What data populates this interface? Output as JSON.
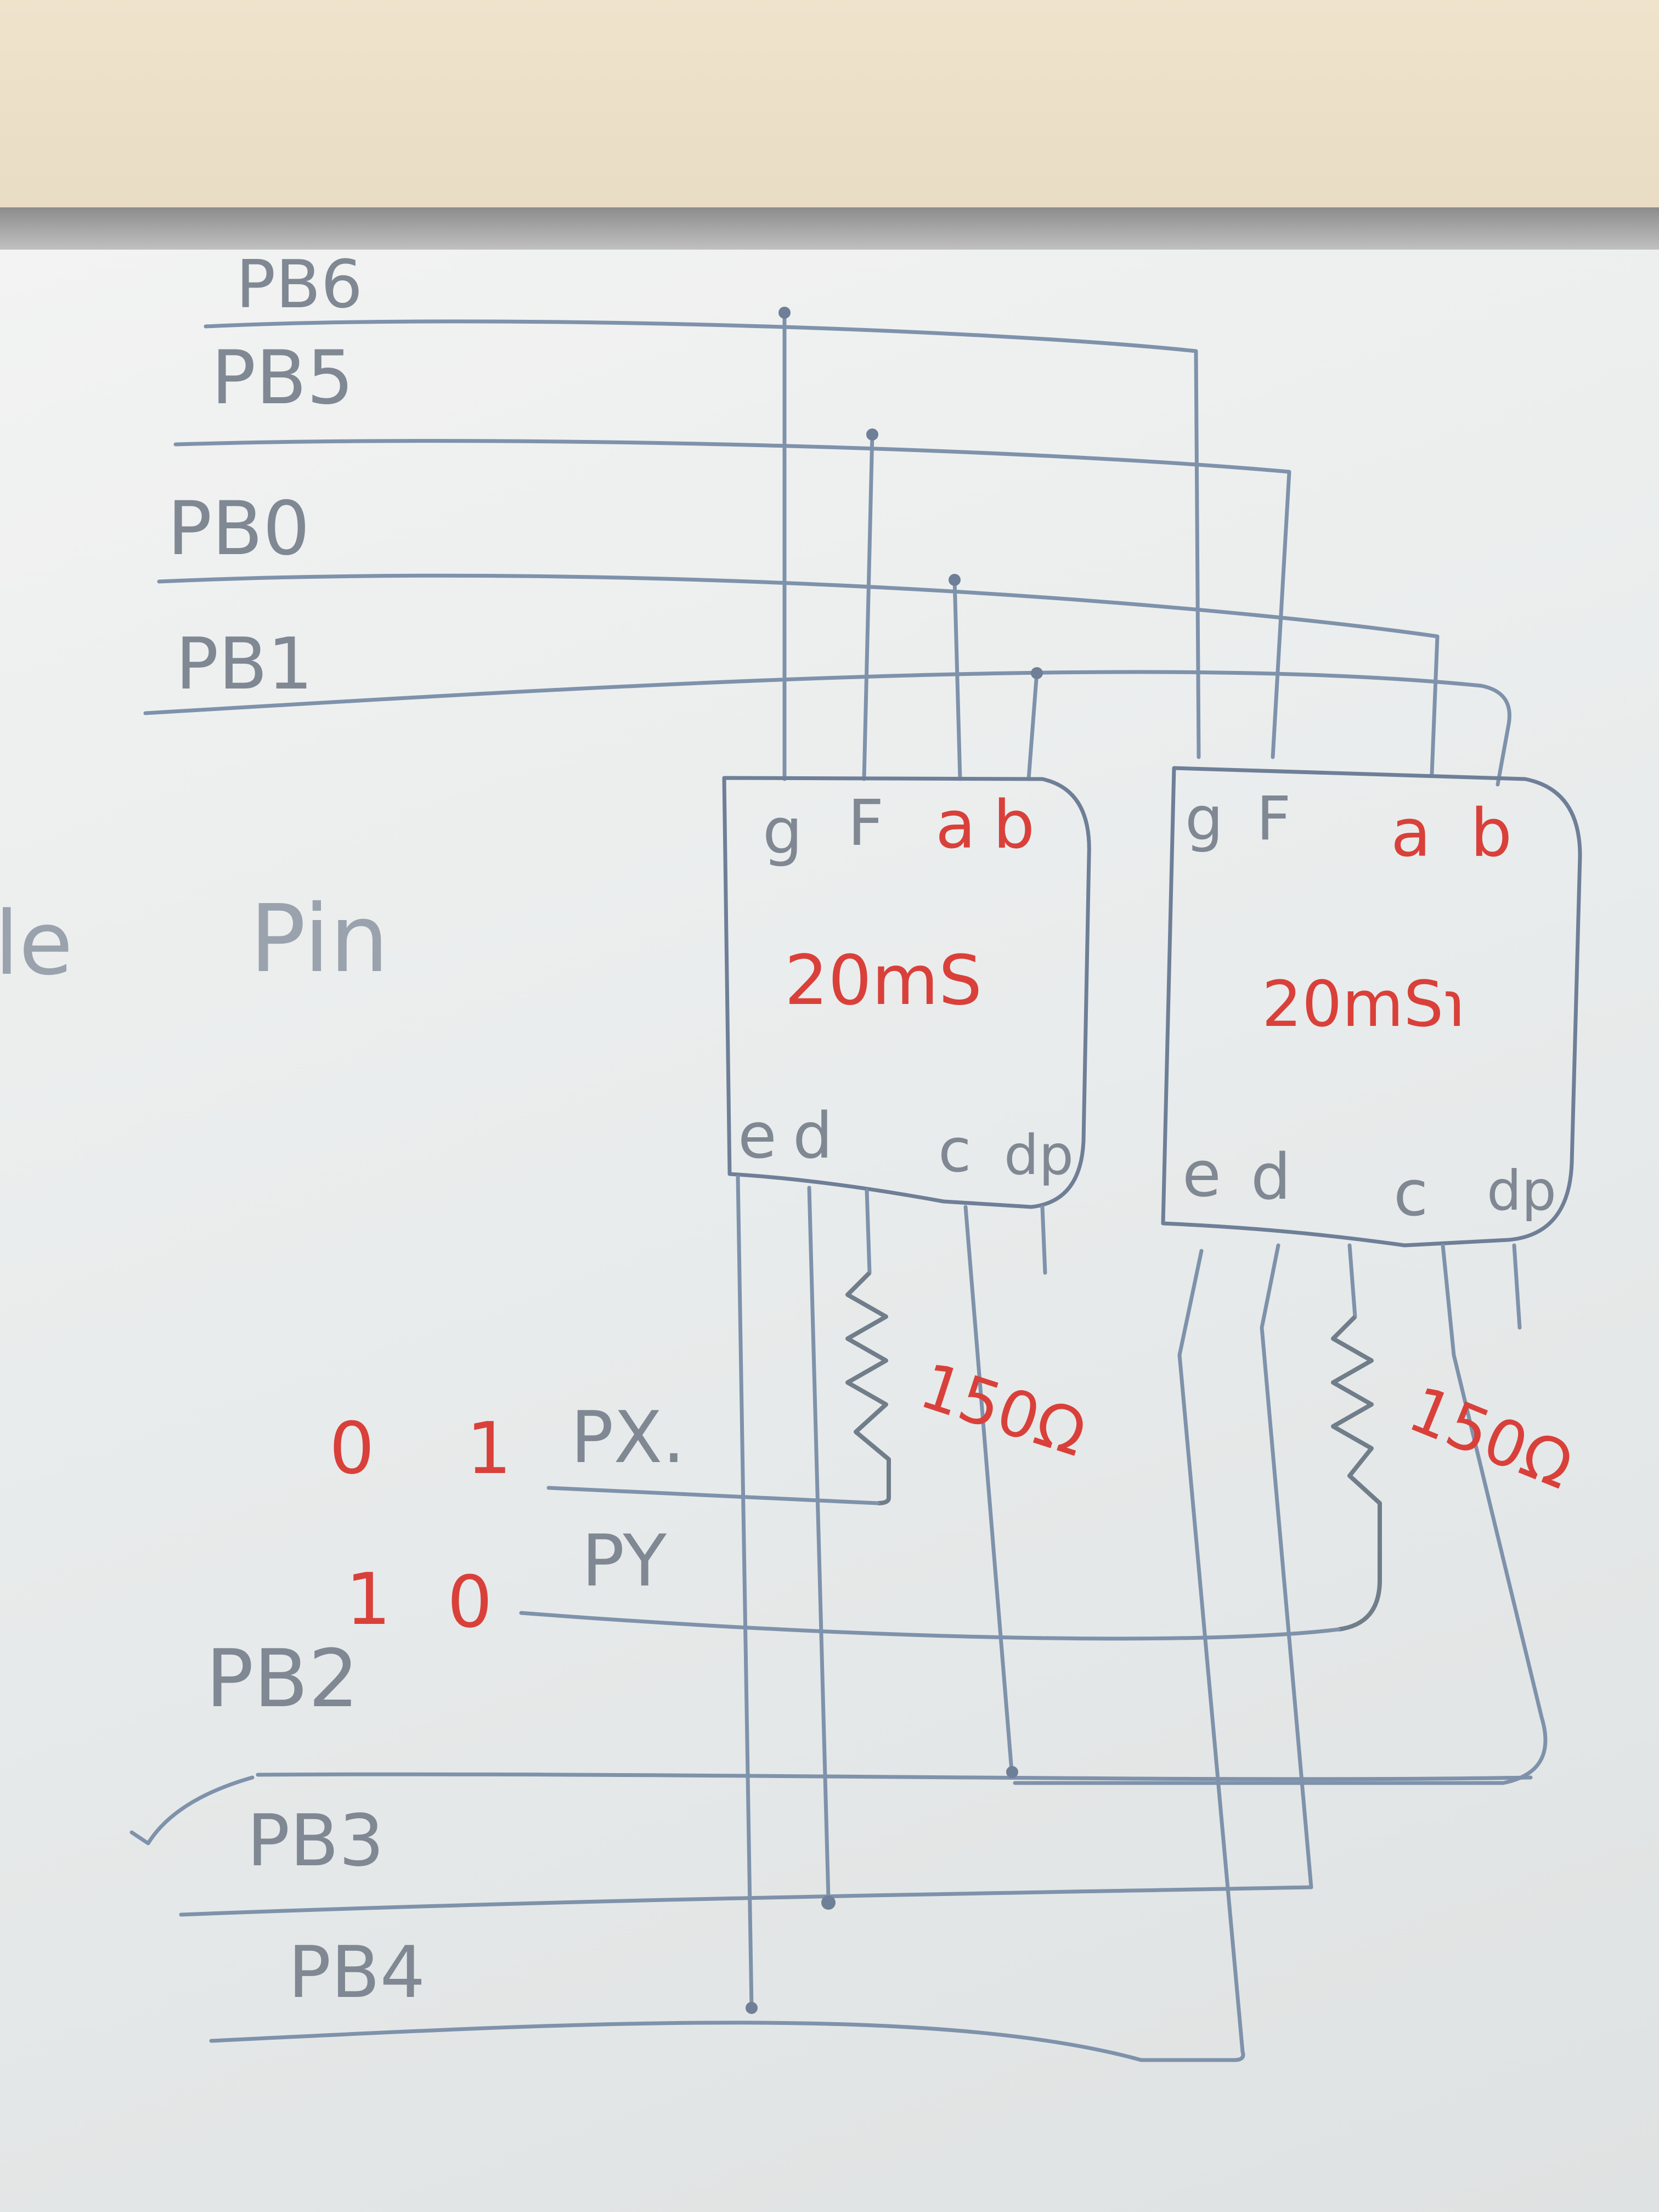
{
  "ports_top": [
    "PB6",
    "PB5",
    "PB0",
    "PB1"
  ],
  "ports_bottom": [
    "PB2",
    "PB3",
    "PB4"
  ],
  "side_text": [
    "le",
    "Pin"
  ],
  "select_lines": [
    {
      "a": "0",
      "b": "1",
      "label": "PX."
    },
    {
      "a": "1",
      "b": "0",
      "label": "PY"
    }
  ],
  "display1": {
    "pins_top": [
      "g",
      "F",
      "a",
      "b"
    ],
    "label": "20mS",
    "pins_bottom": [
      "e",
      "d",
      "c",
      "dp"
    ]
  },
  "display2": {
    "pins_top": [
      "g",
      "F",
      "a",
      "b"
    ],
    "label": "20mS℩",
    "pins_bottom": [
      "e",
      "d",
      "c",
      "dp"
    ]
  },
  "resistor1": "150Ω",
  "resistor2": "150Ω",
  "colors": {
    "wire": "#7f92ab",
    "red_ink": "#d9403a",
    "gray_ink": "#7f8893"
  }
}
